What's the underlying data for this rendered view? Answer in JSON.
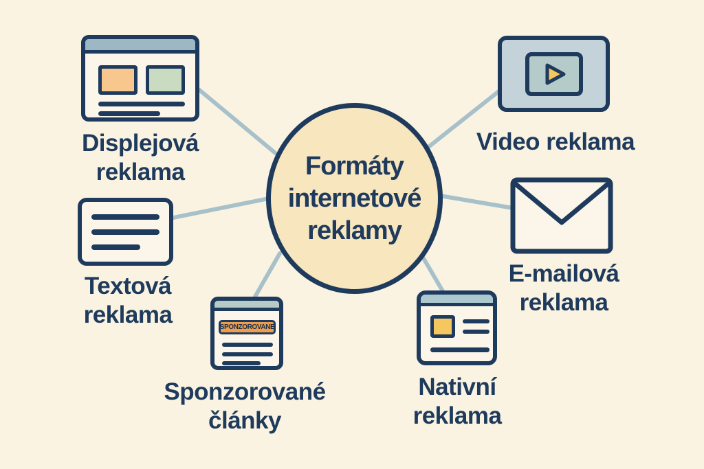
{
  "diagram": {
    "title": "Formáty internetové reklamy",
    "center": {
      "lines": [
        "Formáty",
        "internetové",
        "reklamy"
      ]
    },
    "nodes": [
      {
        "id": "display-ad",
        "label": "Displejová reklama",
        "lines": [
          "Displejová",
          "reklama"
        ]
      },
      {
        "id": "video-ad",
        "label": "Video reklama",
        "lines": [
          "Video reklama"
        ]
      },
      {
        "id": "text-ad",
        "label": "Textová reklama",
        "lines": [
          "Textová",
          "reklama"
        ]
      },
      {
        "id": "email-ad",
        "label": "E-mailová reklama",
        "lines": [
          "E-mailová",
          "reklama"
        ]
      },
      {
        "id": "sponsored-articles",
        "label": "Sponzorované články",
        "lines": [
          "Sponzorované",
          "články"
        ],
        "badge": "SPONZOROVANE"
      },
      {
        "id": "native-ad",
        "label": "Nativní reklama",
        "lines": [
          "Nativní",
          "reklama"
        ]
      }
    ],
    "icons": [
      "browser-display-ad-icon",
      "video-player-icon",
      "text-lines-icon",
      "envelope-icon",
      "sponsored-article-icon",
      "native-ad-browser-icon"
    ],
    "colors": {
      "background": "#FAF3E1",
      "navy": "#1E3A5C",
      "circle_fill": "#F8E6BF",
      "connector": "#A7C0CA",
      "header_blue": "#9EB7C4",
      "header_teal": "#B6CBC8",
      "header_native": "#ACC9D0",
      "video_fill": "#C3D3D9",
      "video_screen": "#B5CBCA",
      "orange_rect": "#F8C78D",
      "green_rect": "#C9DCC2",
      "yellow_accent": "#F6C75F",
      "badge_orange": "#EE9D4D"
    }
  }
}
